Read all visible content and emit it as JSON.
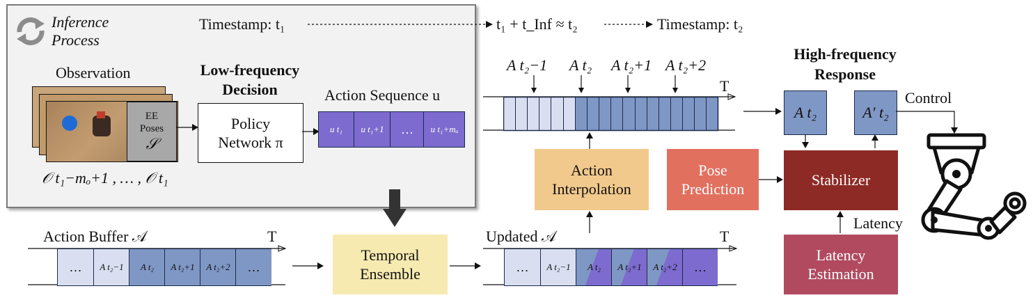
{
  "inference": {
    "title_line1": "Inference",
    "title_line2": "Process",
    "timestamp1": "Timestamp: t₁",
    "timestamp_mid": "t₁ + t_Inf ≈ t₂",
    "timestamp2": "Timestamp: t₂",
    "observation_label": "Observation",
    "ee_label_line1": "EE",
    "ee_label_line2": "Poses",
    "ee_symbol": "𝒮",
    "obs_range": "𝒪 t₁−mₒ+1 , … , 𝒪 t₁"
  },
  "decision": {
    "title_line1": "Low-frequency",
    "title_line2": "Decision",
    "policy_line1": "Policy",
    "policy_line2": "Network π"
  },
  "action_sequence": {
    "label": "Action Sequence u",
    "cells": [
      "u t₁",
      "u t₁+1",
      "…",
      "u t₁+mₐ"
    ]
  },
  "action_buffer": {
    "label": "Action Buffer 𝒜",
    "t_label": "T",
    "cells": [
      "…",
      "A t₂−1",
      "A t₂",
      "A t₂+1",
      "A t₂+2",
      "…"
    ]
  },
  "temporal_ensemble": {
    "line1": "Temporal",
    "line2": "Ensemble"
  },
  "updated_buffer": {
    "label": "Updated 𝒜",
    "t_label": "T",
    "cells": [
      "…",
      "A t₂−1",
      "A t₂",
      "A t₂+1",
      "A t₂+2",
      "…"
    ]
  },
  "timeline": {
    "t_label": "T",
    "markers": [
      "A t₂−1",
      "A t₂",
      "A t₂+1",
      "A t₂+2"
    ]
  },
  "interpolation": {
    "line1": "Action",
    "line2": "Interpolation"
  },
  "pose_prediction": {
    "line1": "Pose",
    "line2": "Prediction"
  },
  "stabilizer": {
    "label": "Stabilizer"
  },
  "latency_estimation": {
    "line1": "Latency",
    "line2": "Estimation"
  },
  "latency_label": "Latency",
  "high_freq": {
    "title_line1": "High-frequency",
    "title_line2": "Response",
    "box1": "A t₂",
    "box2": "A′ t₂",
    "control_label": "Control"
  },
  "colors": {
    "light_blue": "#d9dff0",
    "mid_blue": "#7f97c4",
    "purple": "#7d6bcf",
    "yellow": "#f6eab0",
    "orange": "#f2c98c",
    "salmon": "#e2705f",
    "dark_red": "#8e2a25",
    "rose": "#b14a5f",
    "panel_gray": "#f1f1f1"
  }
}
